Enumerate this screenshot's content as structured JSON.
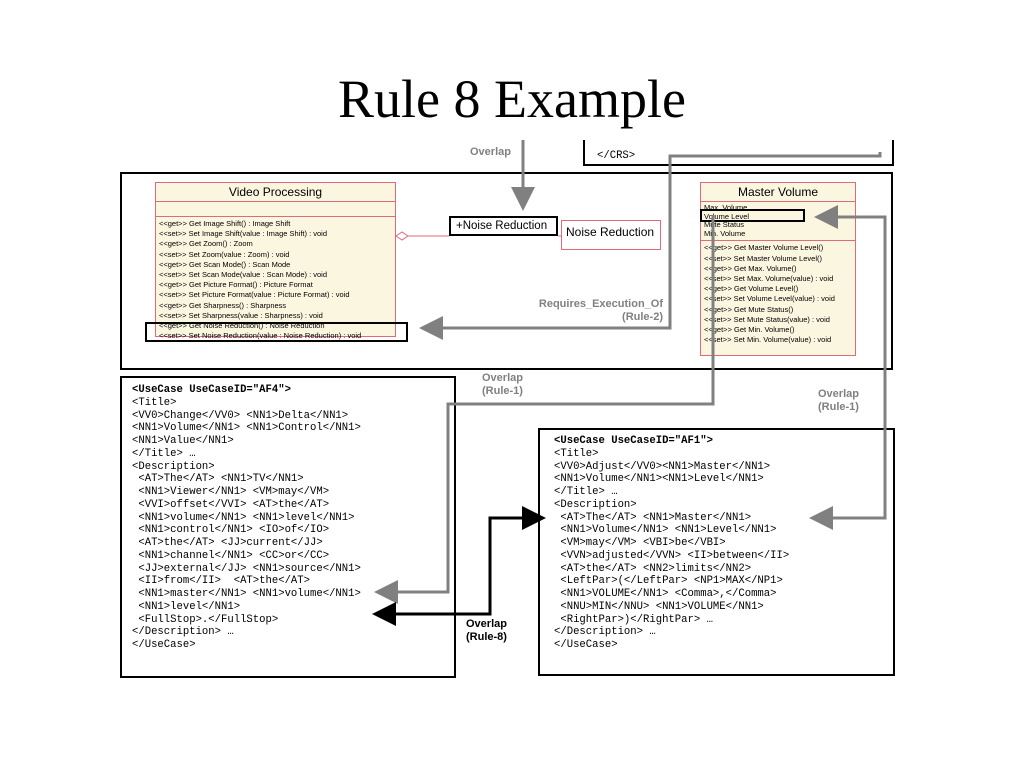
{
  "title": "Rule 8 Example",
  "top_fragment": {
    "text": "</CRS>",
    "label": "Overlap"
  },
  "video_processing": {
    "name": "Video Processing",
    "ops": [
      "<<get>> Get Image Shift() : Image Shift",
      "<<set>> Set Image Shift(value : Image Shift) : void",
      "<<get>> Get Zoom() : Zoom",
      "<<set>> Set Zoom(value : Zoom) : void",
      "<<get>> Get Scan Mode() : Scan Mode",
      "<<set>> Set Scan Mode(value : Scan Mode) : void",
      "<<get>> Get Picture Format() : Picture Format",
      "<<set>> Set Picture Format(value : Picture Format) : void",
      "<<get>> Get Sharpness() : Sharpness",
      "<<set>> Set Sharpness(value : Sharpness) : void",
      "<<get>> Get Noise Reduction() : Noise Reduction",
      "<<set>> Set Noise Reduction(value : Noise Reduction) : void"
    ]
  },
  "noise_reduction": {
    "role": "+Noise Reduction",
    "name": "Noise Reduction"
  },
  "master_volume": {
    "name": "Master Volume",
    "attrs": [
      "Max. Volume",
      "Volume Level",
      "Mute Status",
      "Min. Volume"
    ],
    "ops": [
      "<<get>> Get Master Volume Level()",
      "<<set>> Set Master Volume Level()",
      "<<get>> Get Max. Volume()",
      "<<set>> Set Max. Volume(value) : void",
      "<<get>> Get Volume Level()",
      "<<set>> Set Volume Level(value) : void",
      "<<get>> Get Mute Status()",
      "<<set>> Set Mute Status(value) : void",
      "<<get>> Get Min. Volume()",
      "<<set>> Set Min. Volume(value) : void"
    ]
  },
  "labels": {
    "requires_execution": "Requires_Execution_Of",
    "rule2": "(Rule-2)",
    "overlap": "Overlap",
    "rule1": "(Rule-1)",
    "rule8": "(Rule-8)"
  },
  "af4_lines": [
    "<UseCase UseCaseID=\"AF4\">",
    "<Title>",
    "<VV0>Change</VV0> <NN1>Delta</NN1>",
    "<NN1>Volume</NN1> <NN1>Control</NN1>",
    "<NN1>Value</NN1>",
    "</Title> …",
    "<Description>",
    " <AT>The</AT> <NN1>TV</NN1>",
    " <NN1>Viewer</NN1> <VM>may</VM>",
    " <VVI>offset</VVI> <AT>the</AT>",
    " <NN1>volume</NN1> <NN1>level</NN1>",
    " <NN1>control</NN1> <IO>of</IO>",
    " <AT>the</AT> <JJ>current</JJ>",
    " <NN1>channel</NN1> <CC>or</CC>",
    " <JJ>external</JJ> <NN1>source</NN1>",
    " <II>from</II>  <AT>the</AT>",
    " <NN1>master</NN1> <NN1>volume</NN1>",
    " <NN1>level</NN1>",
    " <FullStop>.</FullStop>",
    "</Description> …",
    "</UseCase>"
  ],
  "af1_lines": [
    "<UseCase UseCaseID=\"AF1\">",
    "<Title>",
    "<VV0>Adjust</VV0><NN1>Master</NN1>",
    "<NN1>Volume</NN1><NN1>Level</NN1>",
    "</Title> …",
    "<Description>",
    " <AT>The</AT> <NN1>Master</NN1>",
    " <NN1>Volume</NN1> <NN1>Level</NN1>",
    " <VM>may</VM> <VBI>be</VBI>",
    " <VVN>adjusted</VVN> <II>between</II>",
    " <AT>the</AT> <NN2>limits</NN2>",
    " <LeftPar>(</LeftPar> <NP1>MAX</NP1>",
    " <NN1>VOLUME</NN1> <Comma>,</Comma>",
    " <NNU>MIN</NNU> <NN1>VOLUME</NN1>",
    " <RightPar>)</RightPar> …",
    "</Description> …",
    "</UseCase>"
  ],
  "colors": {
    "class_fill": "#fbf6e0",
    "class_border": "#e06a7a",
    "gray_arrow": "#808080",
    "black_arrow": "#000000"
  }
}
